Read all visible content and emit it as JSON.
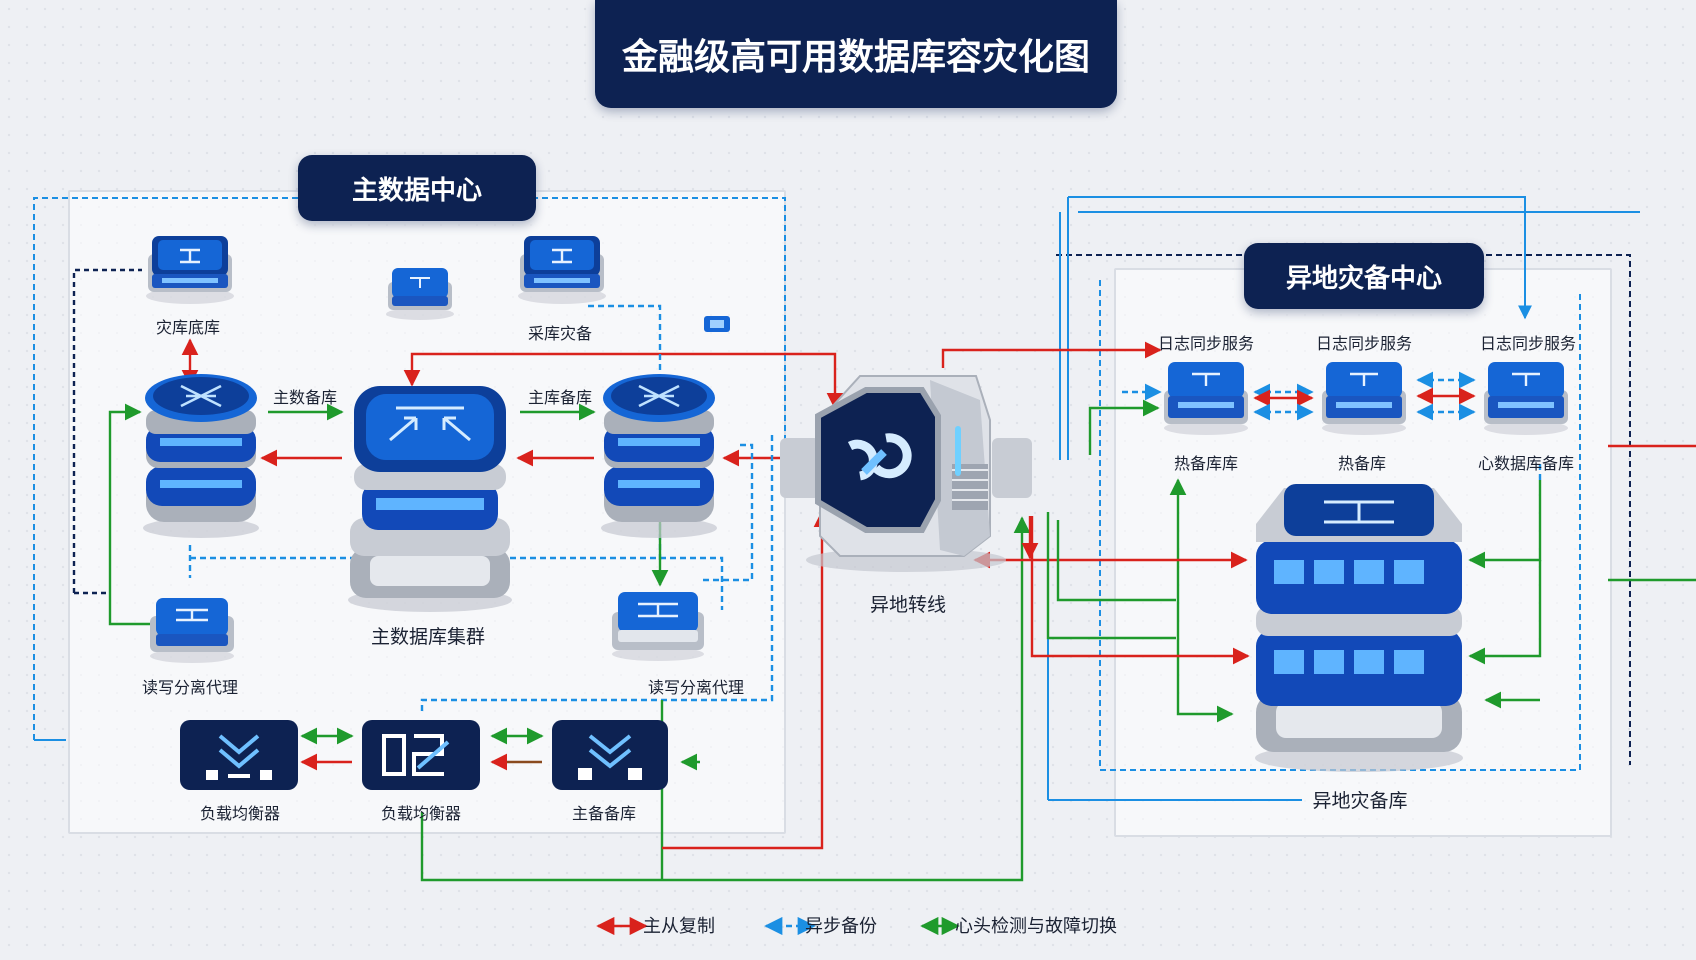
{
  "title": "金融级高可用数据库容灾化图",
  "primary_dc": {
    "heading": "主数据中心",
    "labels": {
      "disaster_db": "灾库底库",
      "backup_small": "采库灾备",
      "link_left": "主数备库",
      "link_right": "主库备库",
      "cluster": "主数据库集群",
      "proxy_left": "读写分离代理",
      "proxy_right": "读写分离代理",
      "lb1": "负载均衡器",
      "lb2": "负载均衡器",
      "lb3": "主备备库"
    }
  },
  "hub": {
    "label": "异地转线"
  },
  "remote_dc": {
    "heading": "异地灾备中心",
    "labels": {
      "sync1": "日志同步服务",
      "sync2": "日志同步服务",
      "sync3": "日志同步服务",
      "hot": "热备库库",
      "warm": "热备库",
      "core": "心数据库备库",
      "big_db": "异地灾备库"
    }
  },
  "legend": [
    {
      "label": "主从复制",
      "color": "#d9221c",
      "style": "solid"
    },
    {
      "label": "异步备份",
      "color": "#1b8fe3",
      "style": "dashed"
    },
    {
      "label": "心头检测与故障切换",
      "color": "#1f9a2c",
      "style": "solid"
    }
  ],
  "colors": {
    "navy": "#0d2252",
    "red": "#d9221c",
    "blue": "#1b8fe3",
    "green": "#1f9a2c"
  }
}
